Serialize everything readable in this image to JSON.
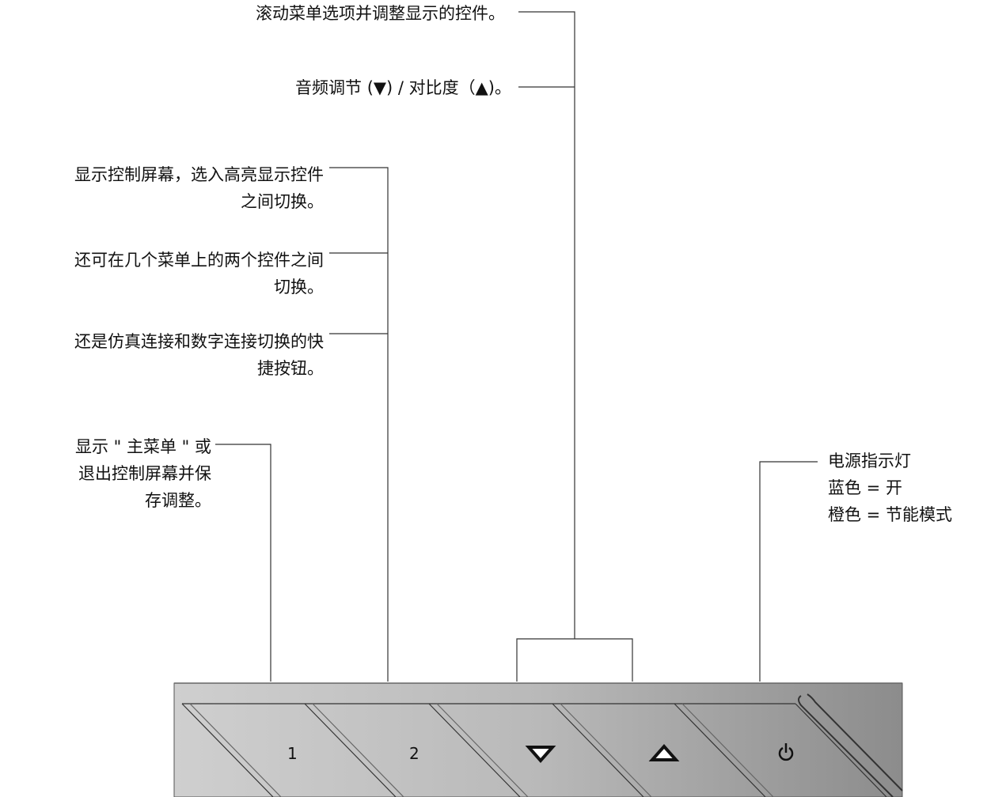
{
  "callouts": {
    "controls": "滚动菜单选项并调整显示的控件。",
    "audio_contrast": "音频调节 (▼) / 对比度（▲)。",
    "button2_line1": {
      "a": "显示控制屏幕，选入高亮显示控件",
      "b": "之间切换。"
    },
    "button2_line2": {
      "a": "还可在几个菜单上的两个控件之间",
      "b": "切换。"
    },
    "button2_line3": {
      "a": "还是仿真连接和数字连接切换的快",
      "b": "捷按钮。"
    },
    "button1": {
      "a": "显示 \" 主菜单 \" 或",
      "b": "退出控制屏幕并保",
      "c": "存调整。"
    },
    "power": {
      "a": "电源指示灯",
      "b": "蓝色 = 开",
      "c": "橙色 = 节能模式"
    }
  },
  "buttons": {
    "b1": "1",
    "b2": "2",
    "down_icon": "triangle-down-icon",
    "up_icon": "triangle-up-icon",
    "power_icon": "power-icon"
  },
  "colors": {
    "panel_light": "#c9c9c9",
    "panel_dark": "#8e8e8e",
    "line": "#333333"
  }
}
